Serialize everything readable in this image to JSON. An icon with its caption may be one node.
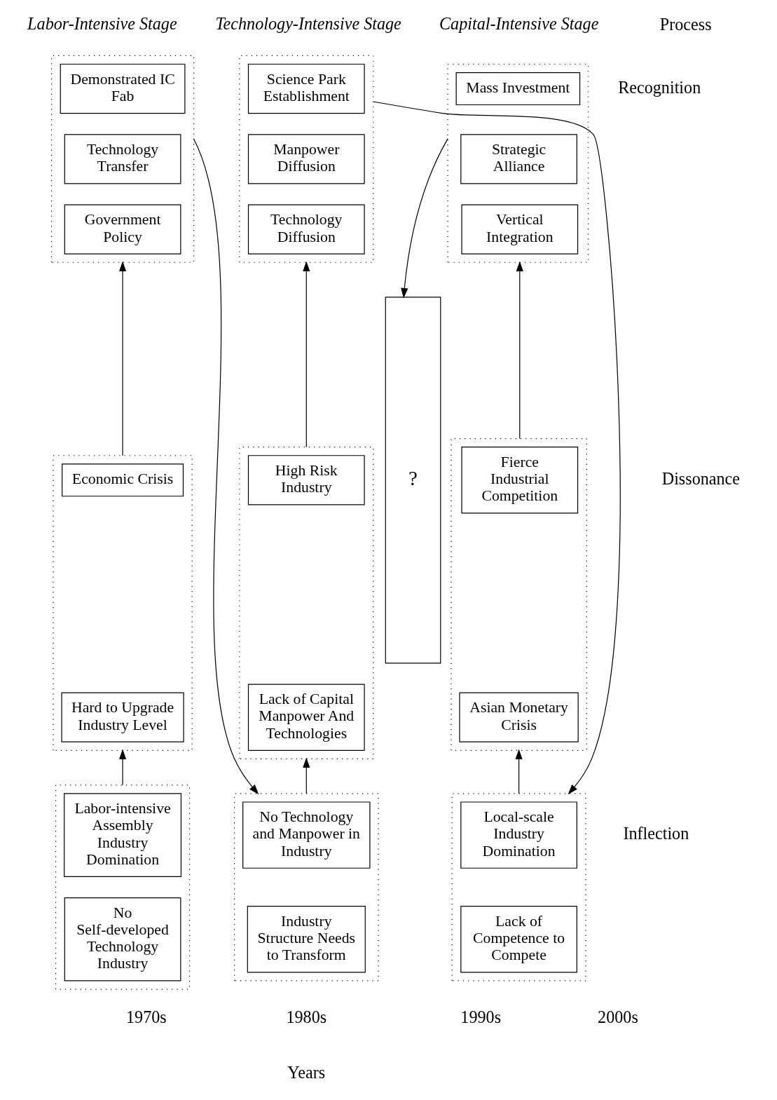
{
  "diagram": {
    "nodes": [
      {
        "text": [],
        "shape": "box"
      },
      {
        "text": [
          "Demonstrated IC Fab"
        ],
        "in": 0
      },
      {
        "text": [
          "Technology Transfer"
        ],
        "in": 0
      },
      {
        "text": [
          "Government Policy"
        ],
        "in": 0
      },
      {
        "text": [],
        "shape": "box"
      },
      {
        "text": [
          "Science Park Establishment"
        ],
        "in": 4
      },
      {
        "text": [
          "Manpower Diffusion"
        ],
        "in": 4
      },
      {
        "text": [
          "Technology Diffusion"
        ],
        "in": 4
      },
      {
        "text": [],
        "shape": "box"
      },
      {
        "text": [
          "Mass Investment"
        ],
        "in": 8
      },
      {
        "text": [
          "Strategic Alliance"
        ],
        "in": 8
      },
      {
        "text": [
          "Vertical Integration"
        ],
        "in": 8
      },
      {
        "text": [
          "?"
        ]
      },
      {
        "text": [],
        "shape": "box"
      },
      {
        "text": [
          "Economic Crisis"
        ],
        "in": 13
      },
      {
        "text": [
          "Hard to Upgrade Industry Level"
        ],
        "in": 13
      },
      {
        "text": [],
        "shape": "box"
      },
      {
        "text": [
          "High Risk Industry"
        ],
        "in": 16
      },
      {
        "text": [
          "Lack of Capital Manpower And Technologies"
        ],
        "in": 16
      },
      {
        "text": [],
        "shape": "box"
      },
      {
        "text": [
          "Fierce Industrial Competition"
        ],
        "in": 19
      },
      {
        "text": [
          "Asian Monetary Crisis"
        ],
        "in": 19
      },
      {
        "text": [],
        "shape": "box"
      },
      {
        "text": [
          "Labor-intensive Assembly Industry Domination"
        ],
        "in": 22
      },
      {
        "text": [
          "No Self-developed Technology Industry"
        ],
        "in": 22
      },
      {
        "text": [],
        "shape": "box"
      },
      {
        "text": [
          "No Technology and Manpower in Industry"
        ],
        "in": 25
      },
      {
        "text": [
          "Industry Structure Needs to Transform"
        ],
        "in": 25
      },
      {
        "text": [],
        "shape": "box"
      },
      {
        "text": [
          "Local-scale Industry Domination"
        ],
        "in": 28
      },
      {
        "text": [
          "Lack of Competence to Compete"
        ],
        "in": 28
      }
    ],
    "edges": [
      {
        "from": 22,
        "to": 13,
        "arrow": "to"
      },
      {
        "from": 13,
        "to": 0,
        "arrow": "to"
      },
      {
        "from": 25,
        "to": 16,
        "arrow": "to"
      },
      {
        "from": 16,
        "to": 4,
        "arrow": "to"
      },
      {
        "from": 28,
        "to": 19,
        "arrow": "to"
      },
      {
        "from": 19,
        "to": 8,
        "arrow": "to"
      },
      {
        "from": 0,
        "to": 25,
        "arrow": "to"
      },
      {
        "from": 4,
        "to": 28,
        "arrow": "to"
      },
      {
        "from": 8,
        "to": 12,
        "arrow": "to"
      }
    ],
    "labels": [
      "Labor-Intensive Stage",
      "Technology-Intensive Stage",
      "Capital-Intensive Stage",
      "Process",
      "Recognition",
      "Dissonance",
      "Inflection",
      "1970s",
      "1980s",
      "1990s",
      "2000s",
      "Years"
    ]
  }
}
